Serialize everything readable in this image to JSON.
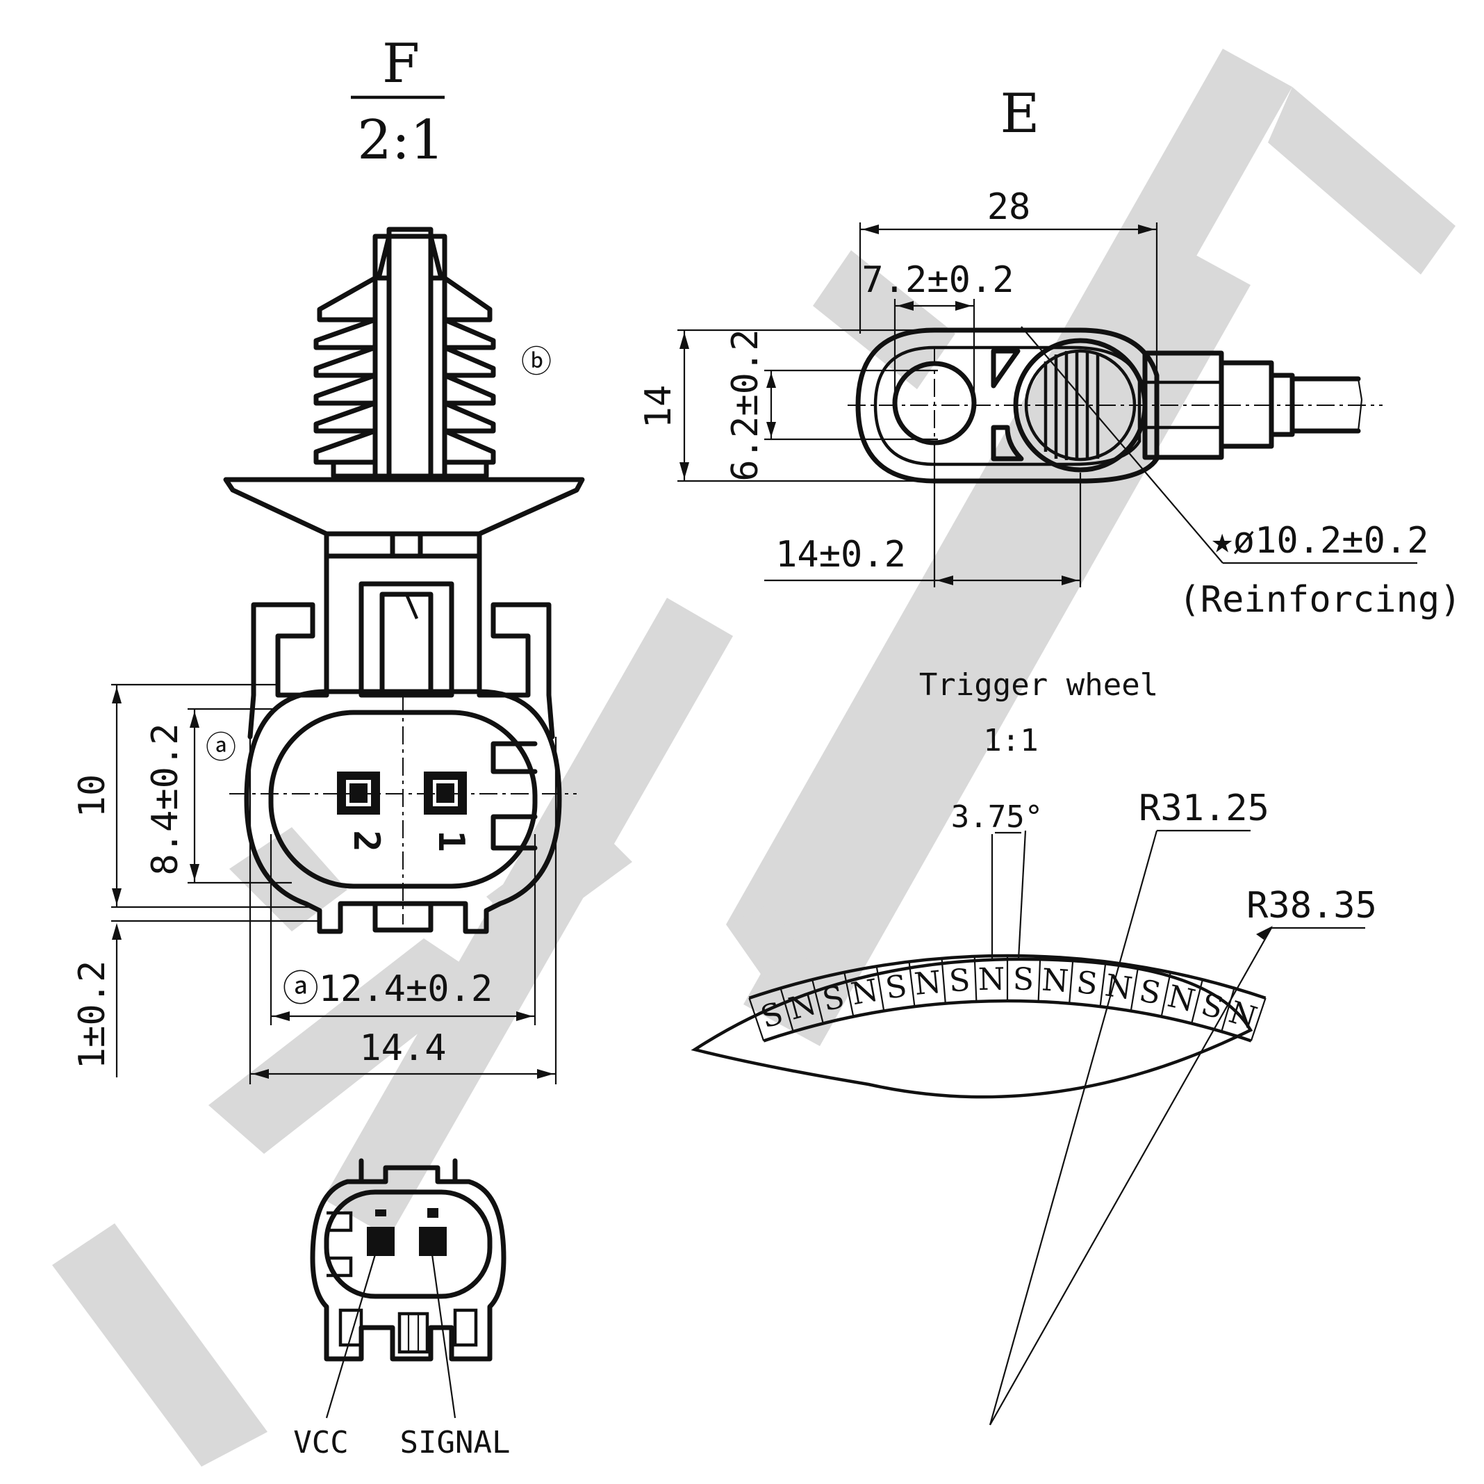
{
  "watermark": {
    "text": "ZENNTEK",
    "color": "#d9d9d9"
  },
  "view_f": {
    "title": "F",
    "scale": "2:1",
    "balloon_b": "ⓑ",
    "balloon_a": "ⓐ",
    "pin_2": "2",
    "pin_1": "1",
    "dim_height": "10",
    "dim_pin_span": "8.4±0.2",
    "dim_offset": "1±0.2",
    "dim_inner_width": "ⓐ12.4±0.2",
    "dim_outer_width": "14.4"
  },
  "view_e": {
    "title": "E",
    "dim_length": "28",
    "dim_hole_dia": "7.2±0.2",
    "dim_height": "14",
    "dim_hole_height": "6.2±0.2",
    "dim_centers": "14±0.2",
    "dim_reinforce": "★ø10.2±0.2",
    "reinforce_note": "(Reinforcing)"
  },
  "trigger_wheel": {
    "title": "Trigger wheel",
    "scale": "1:1",
    "angle": "3.75°",
    "inner_radius": "R31.25",
    "outer_radius": "R38.35",
    "poles": [
      "S",
      "N",
      "S",
      "N",
      "S",
      "N",
      "S",
      "N",
      "S",
      "N",
      "S",
      "N",
      "S",
      "N",
      "S",
      "N"
    ]
  },
  "connector_pins": {
    "pin_a": "VCC",
    "pin_b": "SIGNAL"
  }
}
